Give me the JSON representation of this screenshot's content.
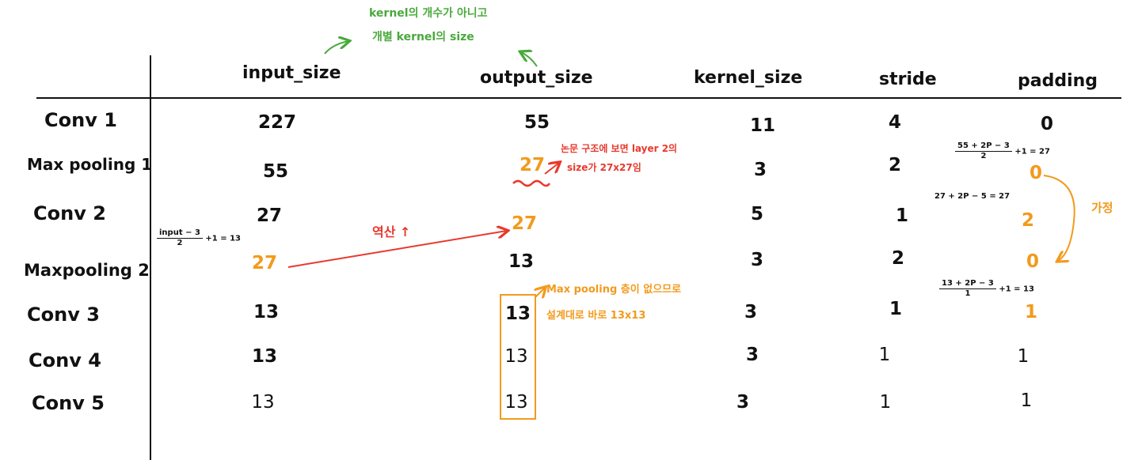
{
  "colors": {
    "ink": "#111111",
    "green": "#4aa93c",
    "red": "#e8392d",
    "orange": "#f29a1d"
  },
  "header": {
    "input_size": "input_size",
    "output_size": "output_size",
    "kernel_size": "kernel_size",
    "stride": "stride",
    "padding": "padding"
  },
  "rows": [
    {
      "label": "Conv 1",
      "input": "227",
      "output": "55",
      "kernel": "11",
      "stride": "4",
      "padding": "0"
    },
    {
      "label": "Max pooling 1",
      "input": "55",
      "output": "27",
      "kernel": "3",
      "stride": "2",
      "padding": "0"
    },
    {
      "label": "Conv 2",
      "input": "27",
      "output": "27",
      "kernel": "5",
      "stride": "1",
      "padding": "2"
    },
    {
      "label": "Maxpooling 2",
      "input": "27",
      "output": "13",
      "kernel": "3",
      "stride": "2",
      "padding": "0"
    },
    {
      "label": "Conv 3",
      "input": "13",
      "output": "13",
      "kernel": "3",
      "stride": "1",
      "padding": "1"
    },
    {
      "label": "Conv 4",
      "input": "13",
      "output": "13",
      "kernel": "3",
      "stride": "1",
      "padding": "1"
    },
    {
      "label": "Conv 5",
      "input": "13",
      "output": "13",
      "kernel": "3",
      "stride": "1",
      "padding": "1"
    }
  ],
  "notes": {
    "kernel_line1": "kernel의 개수가 아니고",
    "kernel_line2": "개별 kernel의 size",
    "paper_line1": "논문 구조에 보면 layer 2의",
    "paper_line2": "size가 27x27임",
    "reverse_calc": "역산 ↑",
    "maxpool_line1": "Max pooling 층이 없으므로",
    "maxpool_line2": "설계대로 바로 13x13",
    "assume": "가정"
  },
  "formulas": {
    "pool1_num": "55 + 2P − 3",
    "pool1_den": "2",
    "pool1_rest": "+1 = 27",
    "conv2": "27 + 2P − 5 = 27",
    "input_num": "input − 3",
    "input_den": "2",
    "input_rest": "+1 = 13",
    "conv3_num": "13 + 2P − 3",
    "conv3_den": "1",
    "conv3_rest": "+1 = 13"
  }
}
